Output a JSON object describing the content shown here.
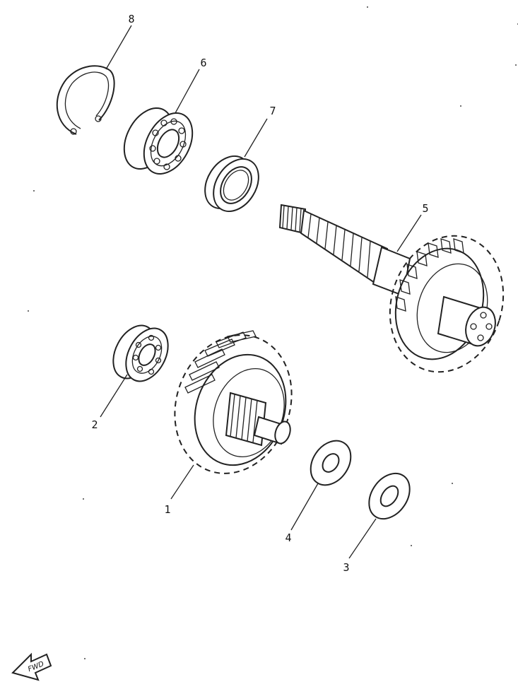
{
  "parts": [
    {
      "number": "1",
      "icon": "primary-gear-icon"
    },
    {
      "number": "2",
      "icon": "small-bearing-icon"
    },
    {
      "number": "3",
      "icon": "washer-icon"
    },
    {
      "number": "4",
      "icon": "washer-icon"
    },
    {
      "number": "5",
      "icon": "drive-axle-gear-icon"
    },
    {
      "number": "6",
      "icon": "bearing-icon"
    },
    {
      "number": "7",
      "icon": "oil-seal-icon"
    },
    {
      "number": "8",
      "icon": "circlip-icon"
    }
  ],
  "fwd_arrow": {
    "text": "FWD",
    "icon": "fwd-arrow-icon"
  },
  "colors": {
    "line": "#222222",
    "background": "#ffffff"
  }
}
